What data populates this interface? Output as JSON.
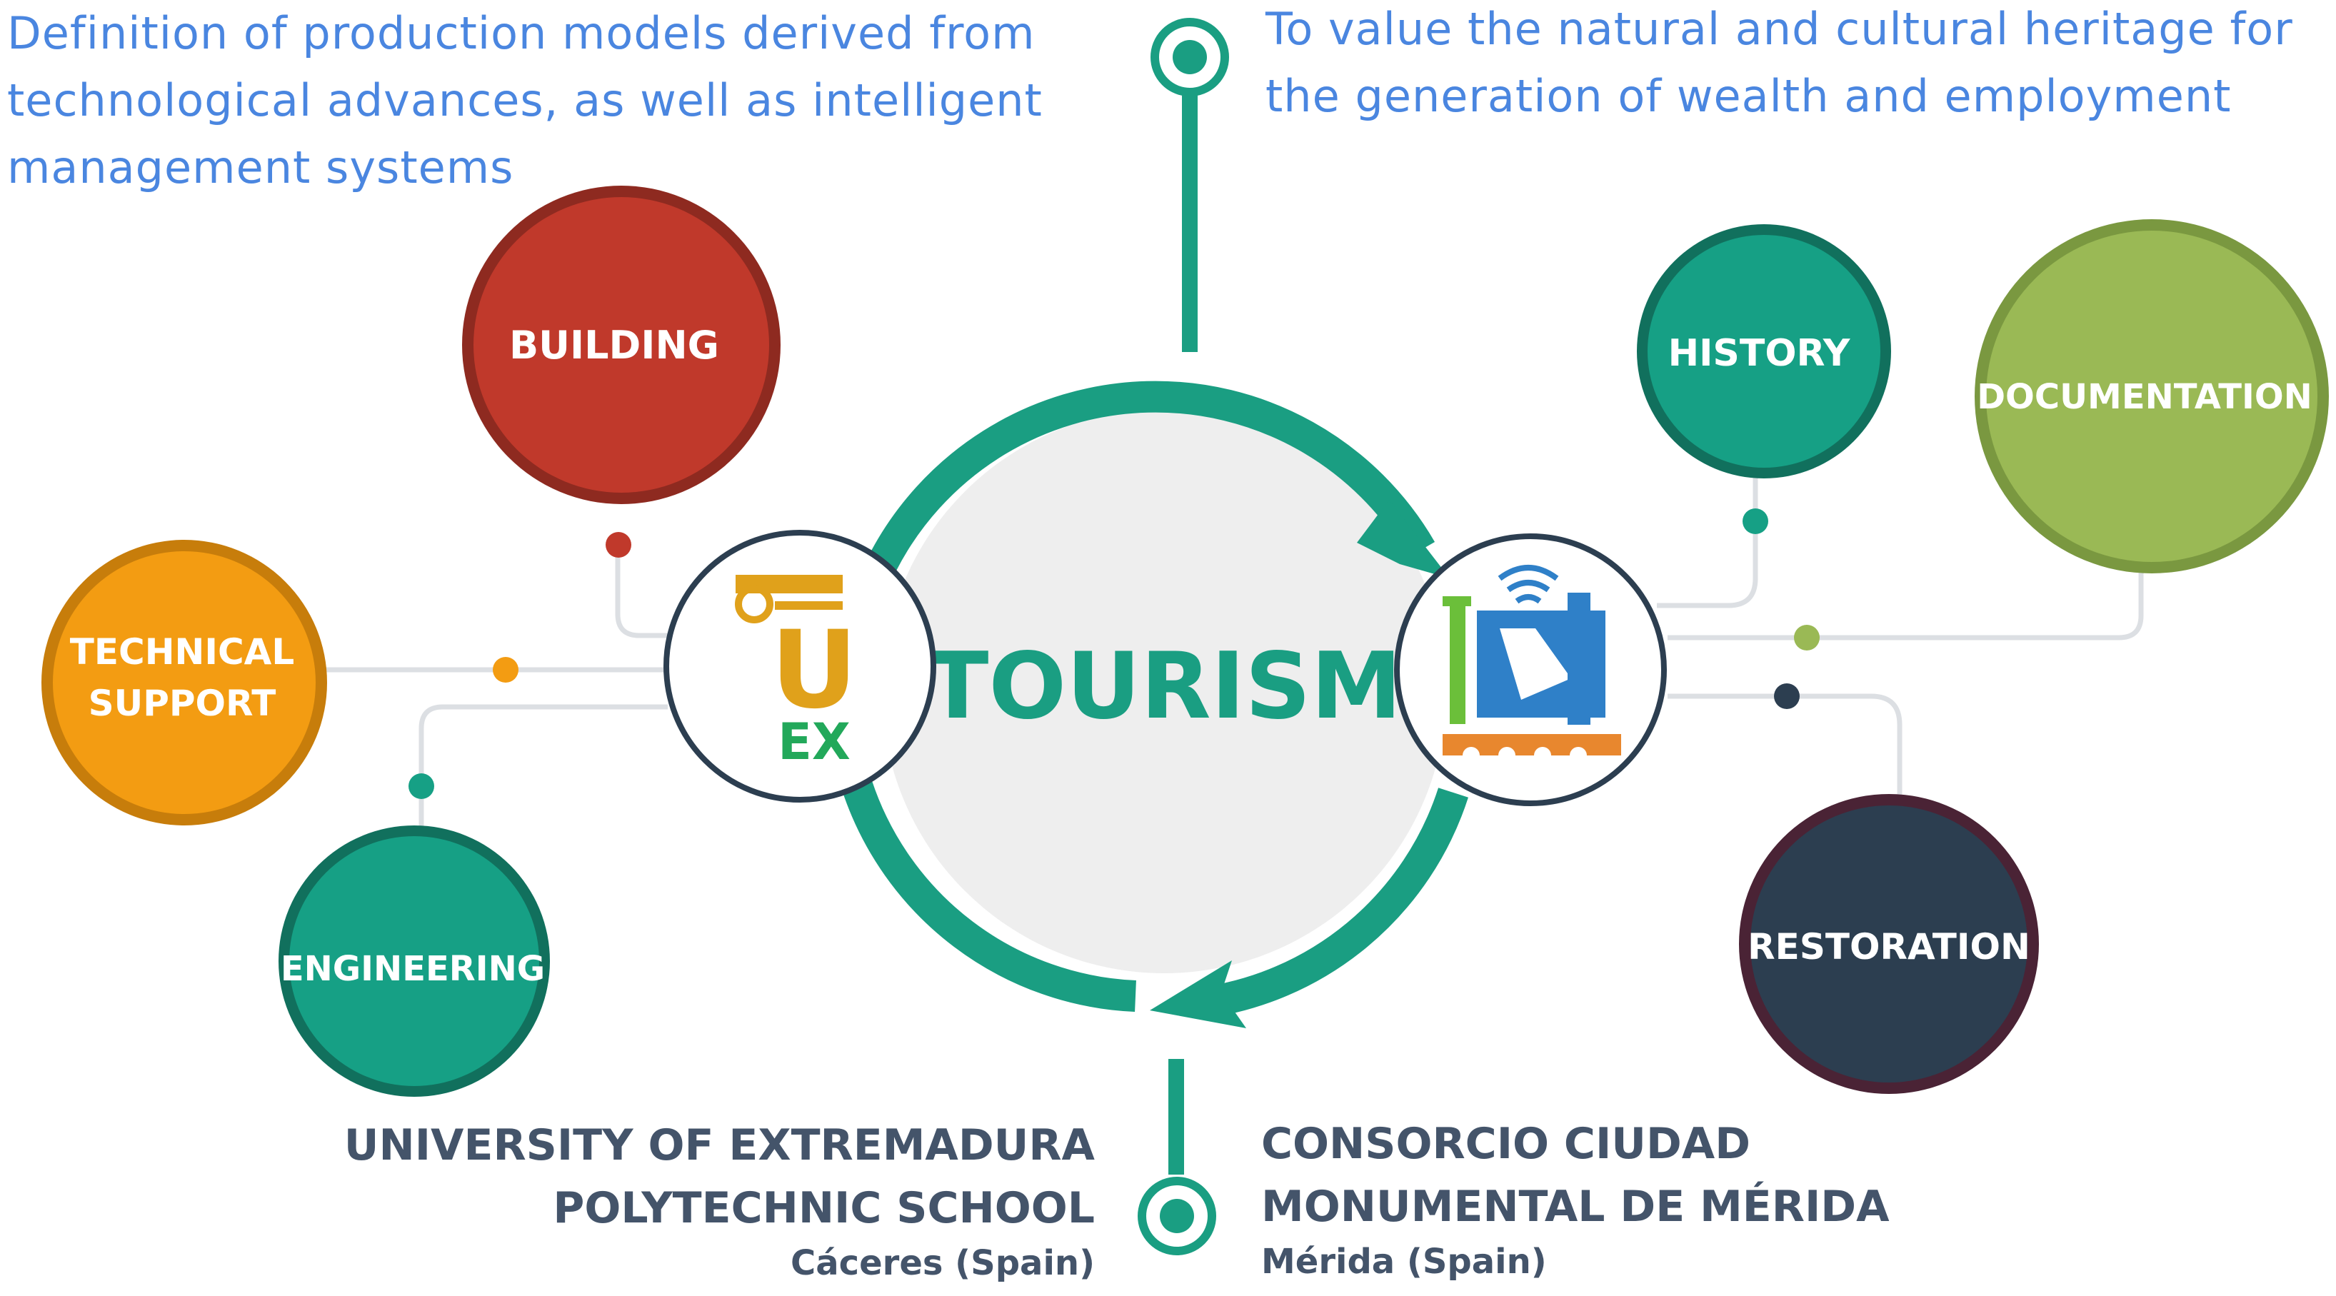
{
  "objectives": {
    "left": [
      "Definition of production models derived from",
      "technological advances, as well as intelligent",
      "management systems"
    ],
    "right": [
      "To value the natural and cultural heritage for",
      "the generation of wealth and employment"
    ]
  },
  "center": {
    "title": "TOURISM",
    "color": "#1a9e82"
  },
  "logos": {
    "uex": {
      "icon": "uex-logo-icon",
      "letters_top": "U",
      "letters_bottom": "EX"
    },
    "merida": {
      "icon": "consorcio-merida-logo-icon"
    }
  },
  "topics_left": [
    {
      "label": "BUILDING",
      "fill": "#c0392b",
      "ring": "#8e2a20",
      "dot": "#c0392b"
    },
    {
      "label_lines": [
        "TECHNICAL",
        "SUPPORT"
      ],
      "fill": "#f39c12",
      "ring": "#c77d0b",
      "dot": "#f39c12"
    },
    {
      "label": "ENGINEERING",
      "fill": "#16a085",
      "ring": "#11705d",
      "dot": "#16a085"
    }
  ],
  "topics_right": [
    {
      "label": "HISTORY",
      "fill": "#16a085",
      "ring": "#11705d",
      "dot": "#16a085"
    },
    {
      "label": "DOCUMENTATION",
      "fill": "#9ab955",
      "ring": "#7a9840",
      "dot": "#9ab955"
    },
    {
      "label": "RESTORATION",
      "fill": "#2c3e50",
      "ring": "#4a2335",
      "dot": "#2c3e50"
    }
  ],
  "institutions": {
    "left": {
      "line1": "UNIVERSITY OF EXTREMADURA",
      "line2": "POLYTECHNIC SCHOOL",
      "location": "Cáceres (Spain)"
    },
    "right": {
      "line1": "CONSORCIO CIUDAD",
      "line2": "MONUMENTAL DE MÉRIDA",
      "location": "Mérida (Spain)"
    }
  },
  "colors": {
    "connector": "#dcdfe3",
    "accent": "#1a9e82",
    "text_dark": "#44546a",
    "text_blue": "#4a86e0",
    "center_fill": "#eeeeee"
  }
}
